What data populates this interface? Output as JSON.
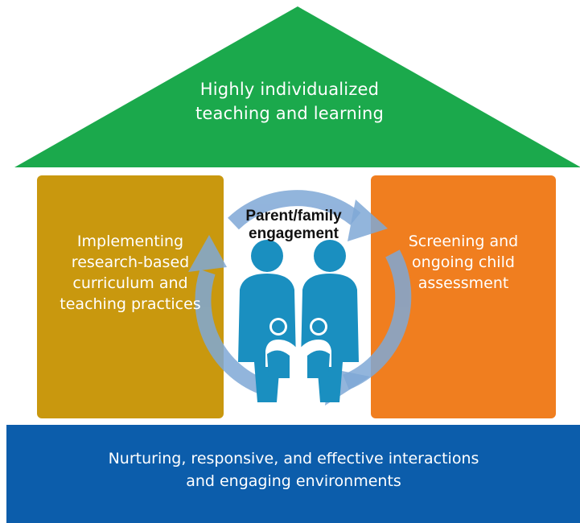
{
  "roof": {
    "lines": [
      "Highly individualized",
      "teaching and learning"
    ],
    "color": "#1ba94c"
  },
  "left_pillar": {
    "lines": [
      "Implementing",
      "research-based",
      "curriculum and",
      "teaching practices"
    ],
    "color": "#c9980e"
  },
  "right_pillar": {
    "lines": [
      "Screening and",
      "ongoing child",
      "assessment"
    ],
    "color": "#f07e1f"
  },
  "center": {
    "lines": [
      "Parent/family",
      "engagement"
    ],
    "icon": "family-icon",
    "cycle_icon": "cycle-arrows-icon",
    "figure_color": "#1a8fc0",
    "arrow_color": "#7fa8d6"
  },
  "base": {
    "lines": [
      "Nurturing, responsive, and effective interactions",
      "and engaging environments"
    ],
    "color": "#0c5dab"
  }
}
